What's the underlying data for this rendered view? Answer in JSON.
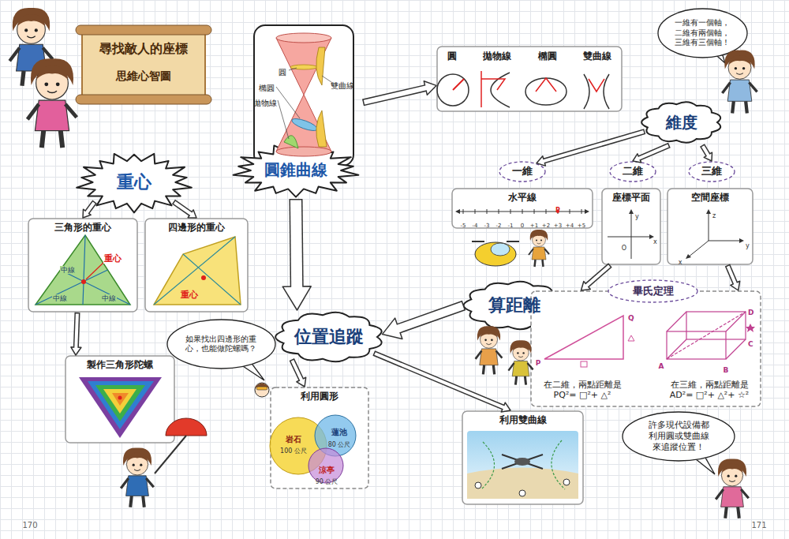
{
  "diagram": {
    "title": "尋找敵人的座標",
    "nodes": [
      {
        "text": [
          "圓錐曲線"
        ]
      },
      {
        "text": [
          "圓",
          "拋物線",
          "橢圓",
          "雙曲線"
        ]
      },
      {
        "text": [
          "一維有一個軸， 二維有兩個軸， 三維有三個軸！"
        ]
      },
      {
        "text": [
          "重心"
        ]
      },
      {
        "text": [
          "維度"
        ]
      },
      {
        "text": [
          "一維"
        ]
      },
      {
        "text": [
          "二維"
        ]
      },
      {
        "text": [
          "三維"
        ]
      },
      {
        "text": [
          "三角形的重心"
        ]
      },
      {
        "text": [
          "四邊形的重心"
        ]
      },
      {
        "text": [
          "水平線"
        ]
      },
      {
        "text": [
          "座標平面"
        ]
      },
      {
        "text": [
          "空間座標"
        ]
      },
      {
        "text": [
          "算距離"
        ]
      },
      {
        "text": [
          "在二維，兩點距離是 PQ²= □²+ △²",
          "在三維，兩點距離是 AD²= □²+ △²+ ☆²"
        ]
      },
      {
        "text": [
          "畢氏定理"
        ],
        "in": 14
      },
      {
        "text": [
          "位置追蹤"
        ]
      },
      {
        "text": [
          "如果找出四邊形的重 心，也能做陀螺嗎？"
        ]
      },
      {
        "text": [
          "製作三角形陀螺"
        ]
      },
      {
        "text": [
          "利用圓形"
        ]
      },
      {
        "text": [
          "利用雙曲線"
        ]
      },
      {
        "text": [
          "許多現代設備都 利用圓或雙曲線 來追蹤位置！"
        ]
      }
    ],
    "edges": [
      {
        "from": 0,
        "to": 1,
        "arrow": "to"
      },
      {
        "from": 4,
        "to": 5,
        "arrow": "to"
      },
      {
        "from": 4,
        "to": 6,
        "arrow": "to"
      },
      {
        "from": 4,
        "to": 7,
        "arrow": "to"
      },
      {
        "from": 3,
        "to": 8,
        "arrow": "to"
      },
      {
        "from": 3,
        "to": 9,
        "arrow": "to"
      },
      {
        "from": 11,
        "to": 14,
        "arrow": "to"
      },
      {
        "from": 12,
        "to": 14,
        "arrow": "to"
      },
      {
        "from": 8,
        "to": 18,
        "arrow": "to"
      },
      {
        "from": 0,
        "to": 16,
        "arrow": "to"
      },
      {
        "from": 13,
        "to": 16,
        "arrow": "to"
      },
      {
        "from": 16,
        "to": 19,
        "arrow": "to"
      },
      {
        "from": 16,
        "to": 20,
        "arrow": "to"
      }
    ],
    "labels": [
      "思維心智圖",
      "圓",
      "橢圓",
      "拋物線",
      "雙曲線",
      "重心",
      "中線",
      "中線",
      "中線",
      "重心",
      "-5",
      "-4",
      "-3",
      "-2",
      "-1",
      "0",
      "+1",
      "+2",
      "+3",
      "+4",
      "+5",
      "P",
      "y",
      "x",
      "O",
      "z",
      "x",
      "y",
      "P",
      "Q",
      "A",
      "B",
      "C",
      "D",
      "岩石",
      "100 公尺",
      "蓮池",
      "80 公尺",
      "涼亭",
      "90 公尺",
      "170",
      "171"
    ]
  }
}
